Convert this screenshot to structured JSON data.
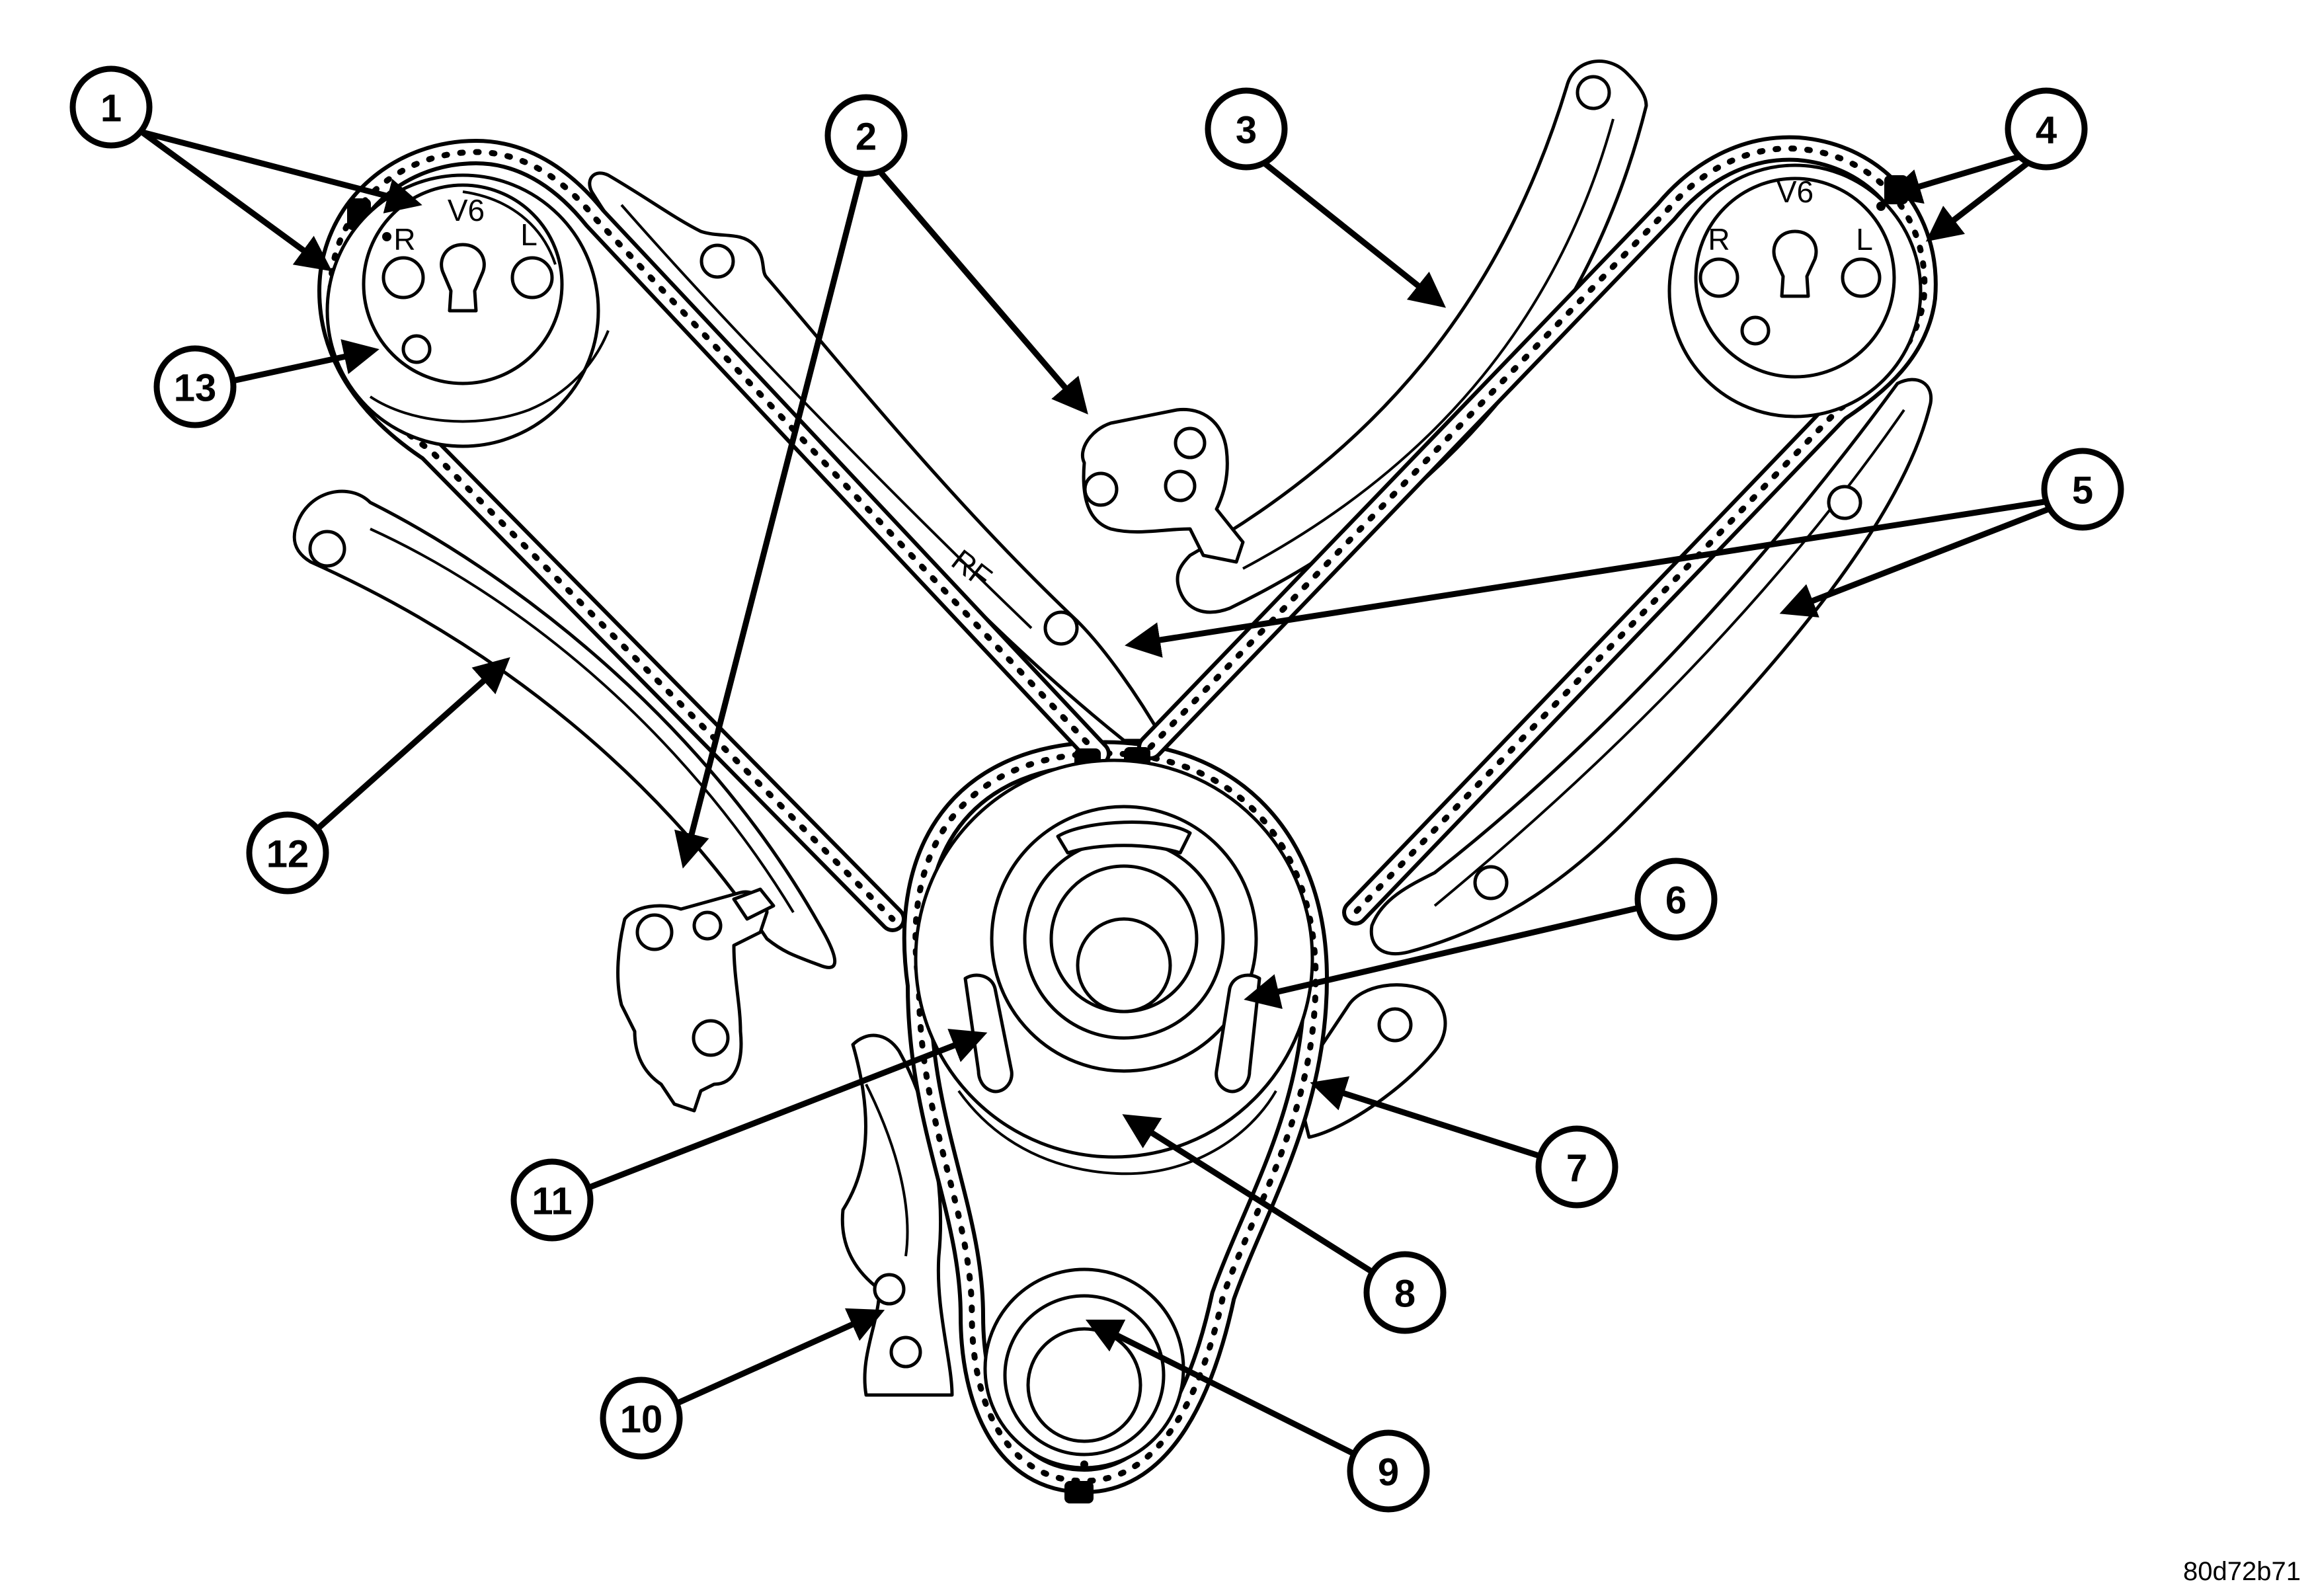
{
  "sprocket_labels": {
    "left_cam": {
      "engine": "V6",
      "bank_right": "R",
      "bank_left": "L"
    },
    "right_cam": {
      "engine": "V6",
      "bank_right": "R",
      "bank_left": "L"
    }
  },
  "guide_stamp": "RF",
  "callouts": [
    {
      "id": "c1",
      "number": "1"
    },
    {
      "id": "c2",
      "number": "2"
    },
    {
      "id": "c3",
      "number": "3"
    },
    {
      "id": "c4",
      "number": "4"
    },
    {
      "id": "c5",
      "number": "5"
    },
    {
      "id": "c6",
      "number": "6"
    },
    {
      "id": "c7",
      "number": "7"
    },
    {
      "id": "c8",
      "number": "8"
    },
    {
      "id": "c9",
      "number": "9"
    },
    {
      "id": "c10",
      "number": "10"
    },
    {
      "id": "c11",
      "number": "11"
    },
    {
      "id": "c12",
      "number": "12"
    },
    {
      "id": "c13",
      "number": "13"
    }
  ],
  "figure_id": "80d72b71"
}
